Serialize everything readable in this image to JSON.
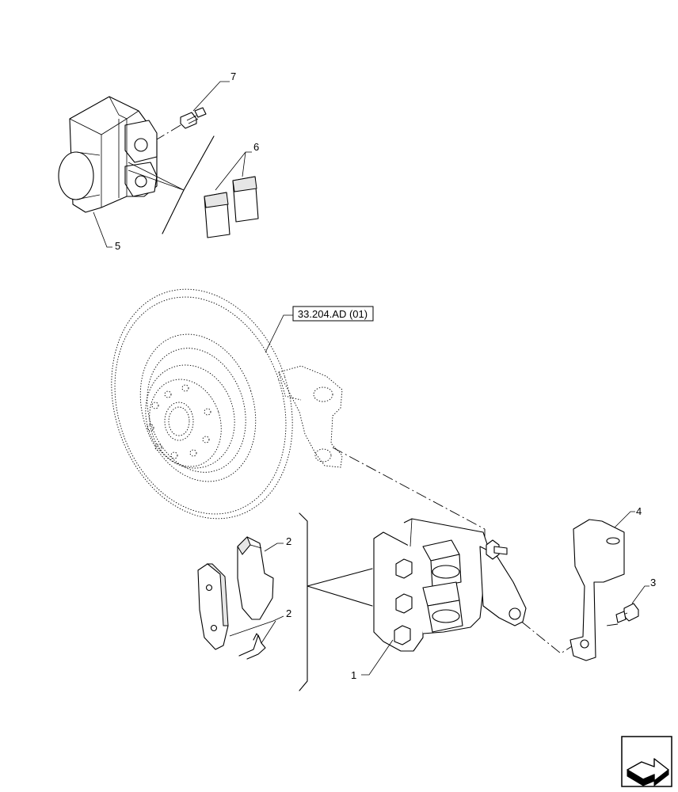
{
  "diagram": {
    "callouts": [
      {
        "id": "callout-1",
        "text": "1"
      },
      {
        "id": "callout-2a",
        "text": "2"
      },
      {
        "id": "callout-2b",
        "text": "2"
      },
      {
        "id": "callout-3",
        "text": "3"
      },
      {
        "id": "callout-4",
        "text": "4"
      },
      {
        "id": "callout-5",
        "text": "5"
      },
      {
        "id": "callout-6",
        "text": "6"
      },
      {
        "id": "callout-7",
        "text": "7"
      }
    ],
    "reference": "33.204.AD (01)"
  },
  "nav": {
    "icon": "next-page-arrow-icon"
  }
}
